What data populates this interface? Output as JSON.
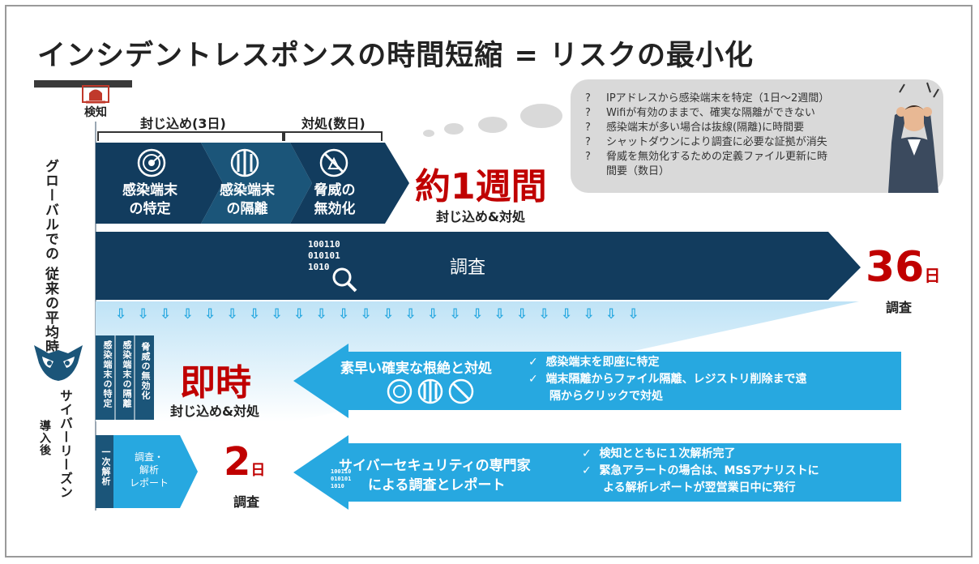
{
  "title": "インシデントレスポンスの時間短縮 = リスクの最小化",
  "detect_label": "検知",
  "phases": {
    "containment": "封じ込め(3日)",
    "response": "対処(数日)"
  },
  "traditional_label": "グローバルでの 従来の平均時間",
  "traditional_steps": [
    {
      "line1": "感染端末",
      "line2": "の特定"
    },
    {
      "line1": "感染端末",
      "line2": "の隔離"
    },
    {
      "line1": "脅威の",
      "line2": "無効化"
    }
  ],
  "one_week": {
    "value": "約1週間",
    "caption": "封じ込め&対処"
  },
  "investigation": {
    "label": "調査",
    "binary": [
      "100110",
      "010101",
      "1010"
    ],
    "value": "36",
    "unit": "日",
    "caption": "調査"
  },
  "thought_bubble": {
    "items": [
      {
        "mark": "?",
        "text": "IPアドレスから感染端末を特定（1日～2週間）"
      },
      {
        "mark": "?",
        "text": "Wifiが有効のままで、確実な隔離ができない"
      },
      {
        "mark": "?",
        "text": "感染端末が多い場合は抜線(隔離)に時間要"
      },
      {
        "mark": "?",
        "text": "シャットダウンにより調査に必要な証拠が消失"
      },
      {
        "mark": "?",
        "text": "脅威を無効化するための定義ファイル更新に時"
      }
    ],
    "continuation": "間要（数日）"
  },
  "cyber_reason_label": "サイバーリーズン",
  "after_label": "導入後",
  "cr_steps": [
    "感染端末の特定",
    "感染端末の隔離",
    "脅威の無効化"
  ],
  "instant": {
    "value": "即時",
    "caption": "封じ込め&対処"
  },
  "arrow1": {
    "heading": "素早い確実な根絶と対処",
    "checks": [
      "感染端末を即座に特定",
      "端末隔離からファイル隔離、レジストリ削除まで遠",
      "隔からクリックで対処"
    ],
    "check_mark": "✓"
  },
  "initial_analysis": "一次解析",
  "report_box": {
    "line1": "調査・",
    "line2": "解析",
    "line3": "レポート"
  },
  "two_days": {
    "value": "2",
    "unit": "日",
    "caption": "調査"
  },
  "arrow2": {
    "heading1": "サイバーセキュリティの専門家",
    "heading2": "による調査とレポート",
    "binary": [
      "100110",
      "010101",
      "1010"
    ],
    "checks": [
      "検知とともに１次解析完了",
      "緊急アラートの場合は、MSSアナリストに",
      "よる解析レポートが翌営業日中に発行"
    ],
    "check_mark": "✓"
  },
  "colors": {
    "dark_navy": "#123c5e",
    "mid_navy": "#1b5579",
    "light_blue": "#27a8e0",
    "accent_red": "#c00000",
    "bubble_gray": "#d9d9d9"
  },
  "icons": [
    "detect-icon",
    "target-icon",
    "isolate-icon",
    "neutralize-icon",
    "magnifier-icon",
    "owl-logo",
    "worried-person"
  ]
}
